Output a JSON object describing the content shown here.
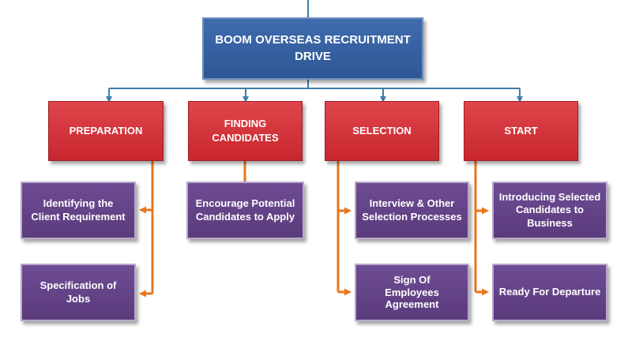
{
  "title": "BOOM OVERSEAS RECRUITMENT DRIVE",
  "colors": {
    "top_box": "#3a65a8",
    "stage_box": "#d6343b",
    "step_box": "#644486",
    "connector_blue": "#3d7fa6",
    "connector_orange": "#e8761c"
  },
  "stages": [
    {
      "label": "PREPARATION",
      "steps": [
        "Identifying the Client Requirement",
        "Specification of Jobs"
      ]
    },
    {
      "label": "FINDING CANDIDATES",
      "steps": [
        "Encourage Potential Candidates to Apply"
      ]
    },
    {
      "label": "SELECTION",
      "steps": [
        "Interview & Other Selection Processes",
        "Sign Of Employees Agreement"
      ]
    },
    {
      "label": "START",
      "steps": [
        "Introducing Selected Candidates to Business",
        "Ready For Departure"
      ]
    }
  ]
}
